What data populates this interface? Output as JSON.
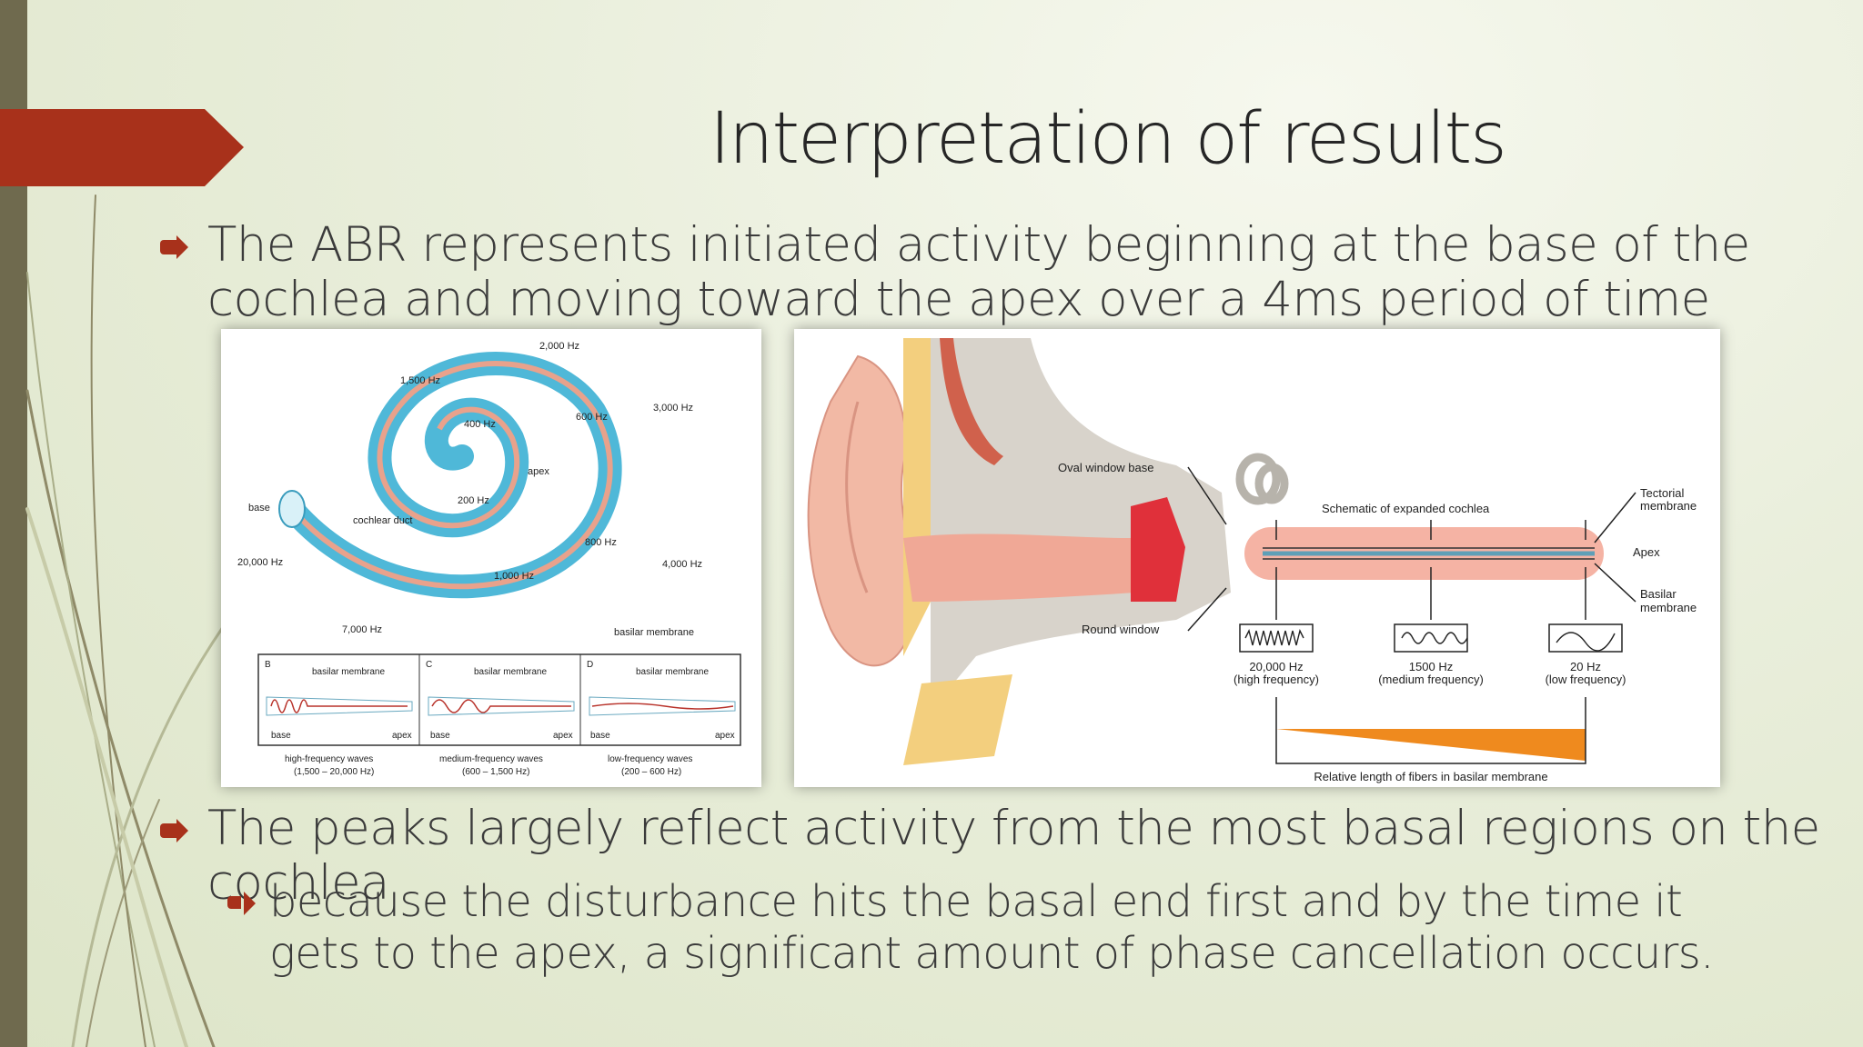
{
  "slide": {
    "title": "Interpretation of results",
    "bullet1": "The ABR represents initiated activity beginning at the base of the cochlea and moving toward the apex over a 4ms period of time",
    "bullet2": "The peaks largely reflect activity from the most basal regions on the cochlea",
    "sub_bullet": "because the disturbance hits the basal end first and by the time it gets to the apex, a significant amount of phase cancellation occurs."
  },
  "figure_left": {
    "freq_2000": "2,000 Hz",
    "freq_1500": "1,500 Hz",
    "freq_3000": "3,000 Hz",
    "freq_400": "400 Hz",
    "freq_600": "600 Hz",
    "apex": "apex",
    "freq_200": "200 Hz",
    "base": "base",
    "cochlear_duct": "cochlear duct",
    "freq_800": "800 Hz",
    "freq_20000": "20,000 Hz",
    "freq_4000": "4,000 Hz",
    "freq_1000": "1,000 Hz",
    "freq_7000": "7,000 Hz",
    "basilar_membrane": "basilar membrane",
    "panels": [
      {
        "letter": "B",
        "label": "basilar membrane",
        "base": "base",
        "apex": "apex",
        "caption1": "high-frequency waves",
        "caption2": "(1,500 – 20,000 Hz)"
      },
      {
        "letter": "C",
        "label": "basilar membrane",
        "base": "base",
        "apex": "apex",
        "caption1": "medium-frequency waves",
        "caption2": "(600 – 1,500 Hz)"
      },
      {
        "letter": "D",
        "label": "basilar membrane",
        "base": "base",
        "apex": "apex",
        "caption1": "low-frequency waves",
        "caption2": "(200 – 600 Hz)"
      }
    ]
  },
  "figure_right": {
    "oval_window": "Oval window base",
    "schematic": "Schematic of expanded cochlea",
    "tectorial": "Tectorial",
    "tectorial2": "membrane",
    "apex": "Apex",
    "basilar": "Basilar",
    "basilar2": "membrane",
    "round_window": "Round window",
    "freqs": [
      {
        "hz": "20,000 Hz",
        "desc": "(high frequency)"
      },
      {
        "hz": "1500 Hz",
        "desc": "(medium frequency)"
      },
      {
        "hz": "20 Hz",
        "desc": "(low frequency)"
      }
    ],
    "relative_length": "Relative length of fibers in basilar membrane"
  },
  "colors": {
    "accent": "#a8311b",
    "sidebar": "#6f6a4e",
    "cochlea_blue": "#4fb8d8",
    "orange": "#ef8a1e"
  }
}
